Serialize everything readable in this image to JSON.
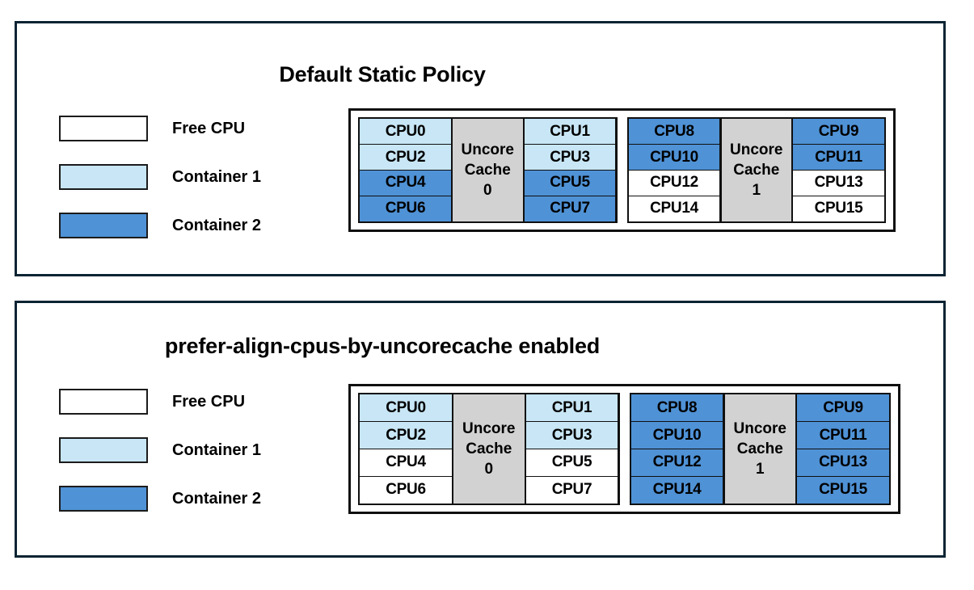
{
  "legend": {
    "items": [
      {
        "label": "Free CPU",
        "fill": "free",
        "color": "#ffffff"
      },
      {
        "label": "Container 1",
        "fill": "c1",
        "color": "#c8e6f5"
      },
      {
        "label": "Container 2",
        "fill": "c2",
        "color": "#4f92d6"
      }
    ]
  },
  "panels": [
    {
      "id": "default-static-policy",
      "title": "Default Static Policy",
      "diagram": {
        "cache_groups": [
          {
            "cache_label_line1": "Uncore",
            "cache_label_line2": "Cache",
            "cache_index": "0",
            "left_column": [
              {
                "label": "CPU0",
                "fill": "c1"
              },
              {
                "label": "CPU2",
                "fill": "c1"
              },
              {
                "label": "CPU4",
                "fill": "c2"
              },
              {
                "label": "CPU6",
                "fill": "c2"
              }
            ],
            "right_column": [
              {
                "label": "CPU1",
                "fill": "c1"
              },
              {
                "label": "CPU3",
                "fill": "c1"
              },
              {
                "label": "CPU5",
                "fill": "c2"
              },
              {
                "label": "CPU7",
                "fill": "c2"
              }
            ]
          },
          {
            "cache_label_line1": "Uncore",
            "cache_label_line2": "Cache",
            "cache_index": "1",
            "left_column": [
              {
                "label": "CPU8",
                "fill": "c2"
              },
              {
                "label": "CPU10",
                "fill": "c2"
              },
              {
                "label": "CPU12",
                "fill": "free"
              },
              {
                "label": "CPU14",
                "fill": "free"
              }
            ],
            "right_column": [
              {
                "label": "CPU9",
                "fill": "c2"
              },
              {
                "label": "CPU11",
                "fill": "c2"
              },
              {
                "label": "CPU13",
                "fill": "free"
              },
              {
                "label": "CPU15",
                "fill": "free"
              }
            ]
          }
        ]
      }
    },
    {
      "id": "prefer-align-cpus-by-uncorecache",
      "title": "prefer-align-cpus-by-uncorecache enabled",
      "diagram": {
        "cache_groups": [
          {
            "cache_label_line1": "Uncore",
            "cache_label_line2": "Cache",
            "cache_index": "0",
            "left_column": [
              {
                "label": "CPU0",
                "fill": "c1"
              },
              {
                "label": "CPU2",
                "fill": "c1"
              },
              {
                "label": "CPU4",
                "fill": "free"
              },
              {
                "label": "CPU6",
                "fill": "free"
              }
            ],
            "right_column": [
              {
                "label": "CPU1",
                "fill": "c1"
              },
              {
                "label": "CPU3",
                "fill": "c1"
              },
              {
                "label": "CPU5",
                "fill": "free"
              },
              {
                "label": "CPU7",
                "fill": "free"
              }
            ]
          },
          {
            "cache_label_line1": "Uncore",
            "cache_label_line2": "Cache",
            "cache_index": "1",
            "left_column": [
              {
                "label": "CPU8",
                "fill": "c2"
              },
              {
                "label": "CPU10",
                "fill": "c2"
              },
              {
                "label": "CPU12",
                "fill": "c2"
              },
              {
                "label": "CPU14",
                "fill": "c2"
              }
            ],
            "right_column": [
              {
                "label": "CPU9",
                "fill": "c2"
              },
              {
                "label": "CPU11",
                "fill": "c2"
              },
              {
                "label": "CPU13",
                "fill": "c2"
              },
              {
                "label": "CPU15",
                "fill": "c2"
              }
            ]
          }
        ]
      }
    }
  ]
}
